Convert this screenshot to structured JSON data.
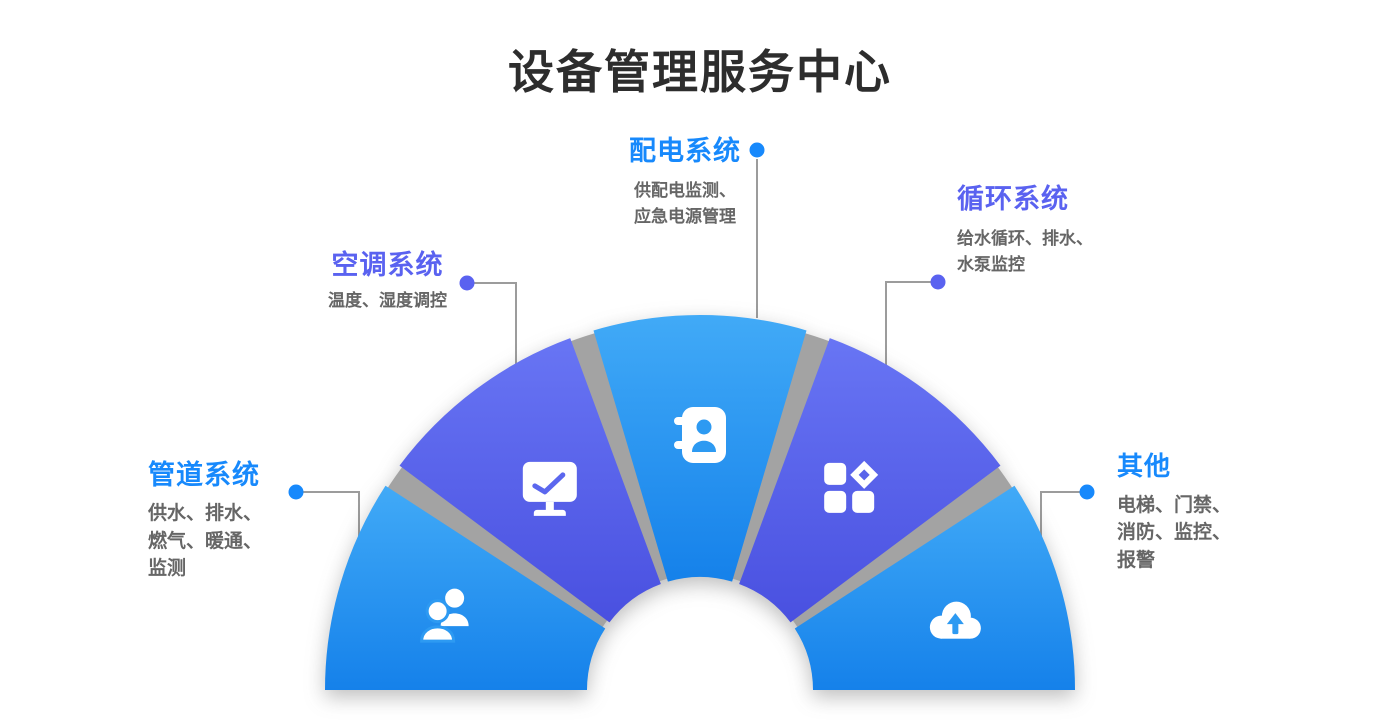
{
  "title": "设备管理服务中心",
  "colors": {
    "background": "#FFFFFF",
    "title": "#2D2D2D",
    "blue": "#1789FC",
    "indigo": "#5A62F0",
    "subtitle": "#666666",
    "line": "#9C9C9C",
    "separator": "#A3A3A3",
    "segment_blue_top": "#41AAF7",
    "segment_blue_bottom": "#1581EA",
    "segment_blue_mid": "#2D9AF2",
    "segment_indigo_top": "#6875F4",
    "segment_indigo_bottom": "#4950E0",
    "segment_indigo_mid": "#5B67EE"
  },
  "segments": [
    {
      "id": "pipeline",
      "label": "管道系统",
      "accent": "blue",
      "icon": "users-icon",
      "desc_lines": [
        "供水、排水、",
        "燃气、暖通、",
        "监测"
      ]
    },
    {
      "id": "hvac",
      "label": "空调系统",
      "accent": "indigo",
      "icon": "monitor-chart-icon",
      "desc_lines": [
        "温度、湿度调控"
      ]
    },
    {
      "id": "power",
      "label": "配电系统",
      "accent": "blue",
      "icon": "contact-book-icon",
      "desc_lines": [
        "供配电监测、",
        "应急电源管理"
      ]
    },
    {
      "id": "circulation",
      "label": "循环系统",
      "accent": "indigo",
      "icon": "apps-grid-icon",
      "desc_lines": [
        "给水循环、排水、",
        "水泵监控"
      ]
    },
    {
      "id": "others",
      "label": "其他",
      "accent": "blue",
      "icon": "cloud-upload-icon",
      "desc_lines": [
        "电梯、门禁、",
        "消防、监控、",
        "报警"
      ]
    }
  ]
}
